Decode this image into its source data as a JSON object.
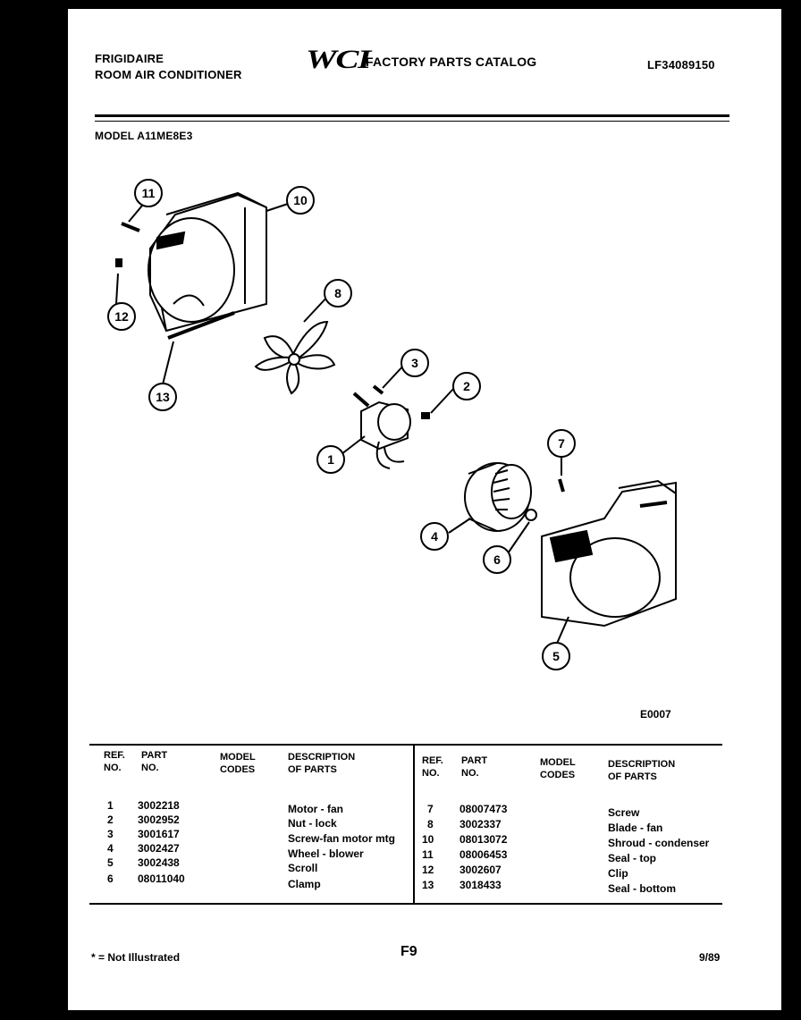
{
  "header": {
    "brand": "FRIGIDAIRE",
    "product": "ROOM AIR CONDITIONER",
    "logo": "WCI",
    "catalog_title": "FACTORY PARTS CATALOG",
    "catalog_code": "LF34089150",
    "model": "MODEL A11ME8E3"
  },
  "diagram": {
    "figure_code": "E0007",
    "callouts": [
      "1",
      "2",
      "3",
      "4",
      "5",
      "6",
      "7",
      "8",
      "10",
      "11",
      "12",
      "13"
    ]
  },
  "table": {
    "headers": {
      "ref": [
        "REF.",
        "NO."
      ],
      "part": [
        "PART",
        "NO."
      ],
      "model": [
        "MODEL",
        "CODES"
      ],
      "desc": [
        "DESCRIPTION",
        "OF PARTS"
      ]
    },
    "left_rows": [
      {
        "ref": "1",
        "part": "3002218",
        "desc": "Motor - fan"
      },
      {
        "ref": "2",
        "part": "3002952",
        "desc": "Nut - lock"
      },
      {
        "ref": "3",
        "part": "3001617",
        "desc": "Screw-fan motor mtg"
      },
      {
        "ref": "4",
        "part": "3002427",
        "desc": "Wheel - blower"
      },
      {
        "ref": "5",
        "part": "3002438",
        "desc": "Scroll"
      },
      {
        "ref": "6",
        "part": "08011040",
        "desc": "Clamp"
      }
    ],
    "right_rows": [
      {
        "ref": "7",
        "part": "08007473",
        "desc": "Screw"
      },
      {
        "ref": "8",
        "part": "3002337",
        "desc": "Blade - fan"
      },
      {
        "ref": "10",
        "part": "08013072",
        "desc": "Shroud - condenser"
      },
      {
        "ref": "11",
        "part": "08006453",
        "desc": "Seal - top"
      },
      {
        "ref": "12",
        "part": "3002607",
        "desc": "Clip"
      },
      {
        "ref": "13",
        "part": "3018433",
        "desc": "Seal - bottom"
      }
    ]
  },
  "footer": {
    "note": "* = Not Illustrated",
    "page": "F9",
    "date": "9/89"
  }
}
